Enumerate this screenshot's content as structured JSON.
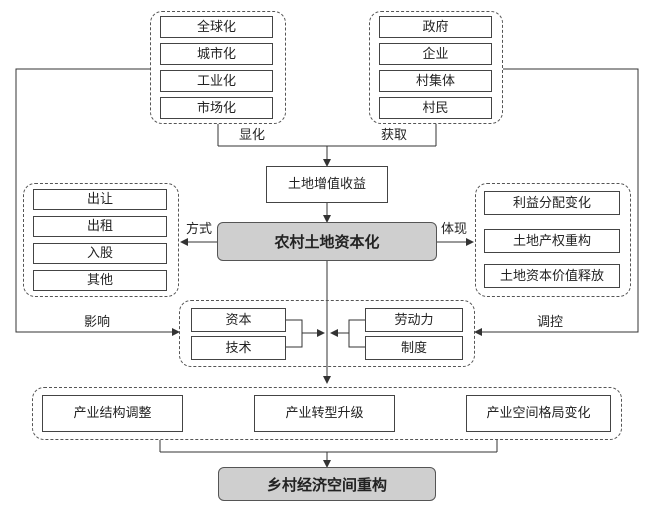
{
  "top_left_factors": [
    "全球化",
    "城市化",
    "工业化",
    "市场化"
  ],
  "top_right_actors": [
    "政府",
    "企业",
    "村集体",
    "村民"
  ],
  "labels": {
    "manifest": "显化",
    "acquire": "获取",
    "mode": "方式",
    "embody": "体现",
    "influence": "影响",
    "regulate": "调控"
  },
  "land_value_gain": "土地增值收益",
  "core": "农村土地资本化",
  "left_modes": [
    "出让",
    "出租",
    "入股",
    "其他"
  ],
  "right_effects": [
    "利益分配变化",
    "土地产权重构",
    "土地资本价值释放"
  ],
  "middle_left": [
    "资本",
    "技术"
  ],
  "middle_right": [
    "劳动力",
    "制度"
  ],
  "bottom_changes": [
    "产业结构调整",
    "产业转型升级",
    "产业空间格局变化"
  ],
  "final": "乡村经济空间重构"
}
